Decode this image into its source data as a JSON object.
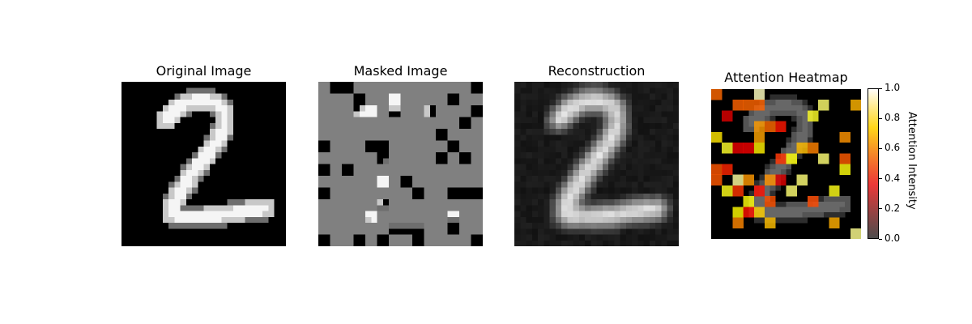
{
  "chart_data": [
    {
      "type": "heatmap",
      "title": "Original Image",
      "grid": [
        28,
        28
      ],
      "colormap": "gray",
      "content": "handwritten digit 2"
    },
    {
      "type": "heatmap",
      "title": "Masked Image",
      "grid": [
        28,
        28
      ],
      "colormap": "gray",
      "mask_value": 0.5,
      "content": "masked digit 2"
    },
    {
      "type": "heatmap",
      "title": "Reconstruction",
      "grid": [
        28,
        28
      ],
      "colormap": "gray",
      "content": "blurred reconstruction of digit 2"
    },
    {
      "type": "heatmap",
      "title": "Attention Heatmap",
      "grid": [
        14,
        14
      ],
      "colormap": "hot",
      "overlay": "digit 2 in gray beneath",
      "colorbar": {
        "label": "Attention Intensity",
        "range": [
          0.0,
          1.0
        ],
        "ticks": [
          "0.0",
          "0.2",
          "0.4",
          "0.6",
          "0.8",
          "1.0"
        ]
      }
    }
  ],
  "colors": {
    "mask_gray": "#808080",
    "background": "#000000"
  }
}
